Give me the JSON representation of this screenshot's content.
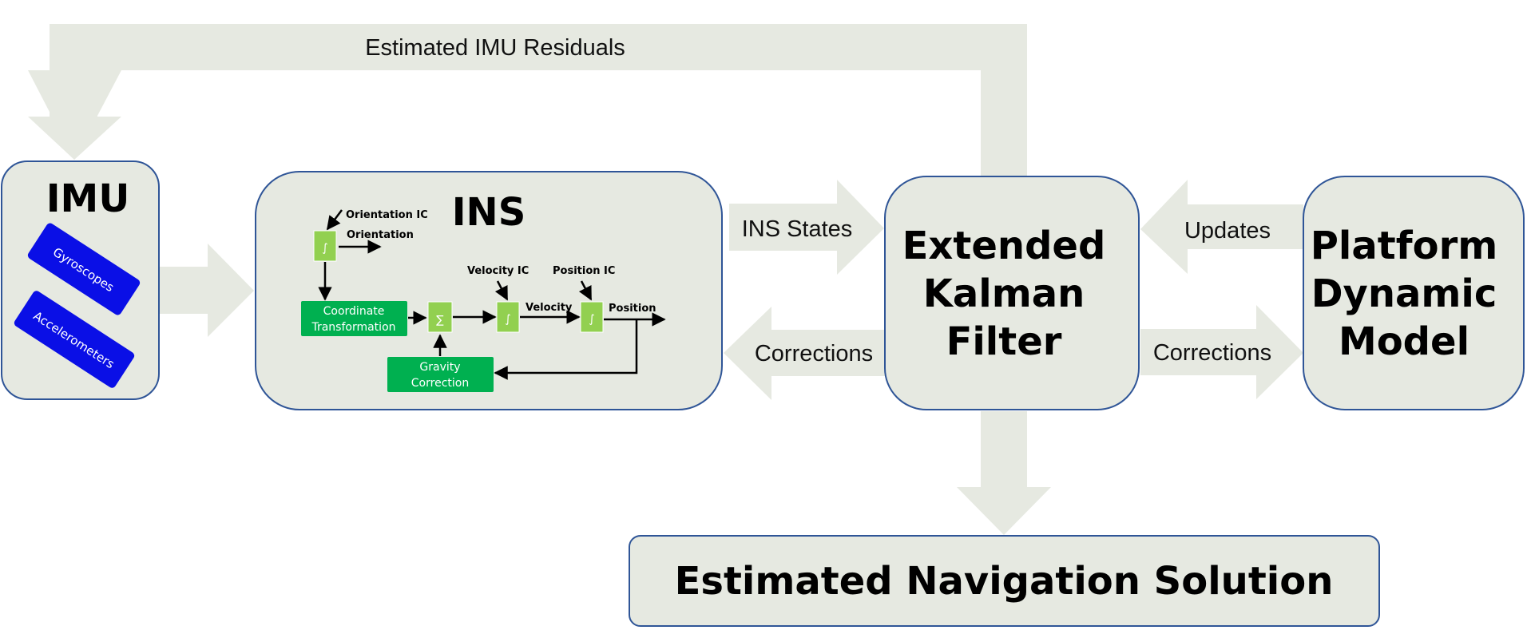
{
  "colors": {
    "box_fill": "#e6e9e1",
    "box_stroke": "#2f5597",
    "arrow_fill": "#e6e9e1",
    "sensor_fill": "#0a0fe6",
    "block_dark_green": "#00b050",
    "block_light_green": "#92d050"
  },
  "feedback": {
    "label": "Estimated IMU Residuals"
  },
  "imu": {
    "title": "IMU",
    "gyroscopes": "Gyroscopes",
    "accelerometers": "Accelerometers"
  },
  "ins": {
    "title": "INS",
    "orientation_ic": "Orientation IC",
    "orientation": "Orientation",
    "velocity_ic": "Velocity IC",
    "position_ic": "Position IC",
    "velocity": "Velocity",
    "position": "Position",
    "coord_line1": "Coordinate",
    "coord_line2": "Transformation",
    "gravity_line1": "Gravity",
    "gravity_line2": "Correction",
    "integral_symbol": "∫",
    "sum_symbol": "∑"
  },
  "arrows": {
    "ins_states": "INS States",
    "corrections_left": "Corrections",
    "updates": "Updates",
    "corrections_right": "Corrections"
  },
  "ekf": {
    "line1": "Extended",
    "line2": "Kalman",
    "line3": "Filter"
  },
  "platform": {
    "line1": "Platform",
    "line2": "Dynamic",
    "line3": "Model"
  },
  "solution": {
    "label": "Estimated Navigation Solution"
  }
}
